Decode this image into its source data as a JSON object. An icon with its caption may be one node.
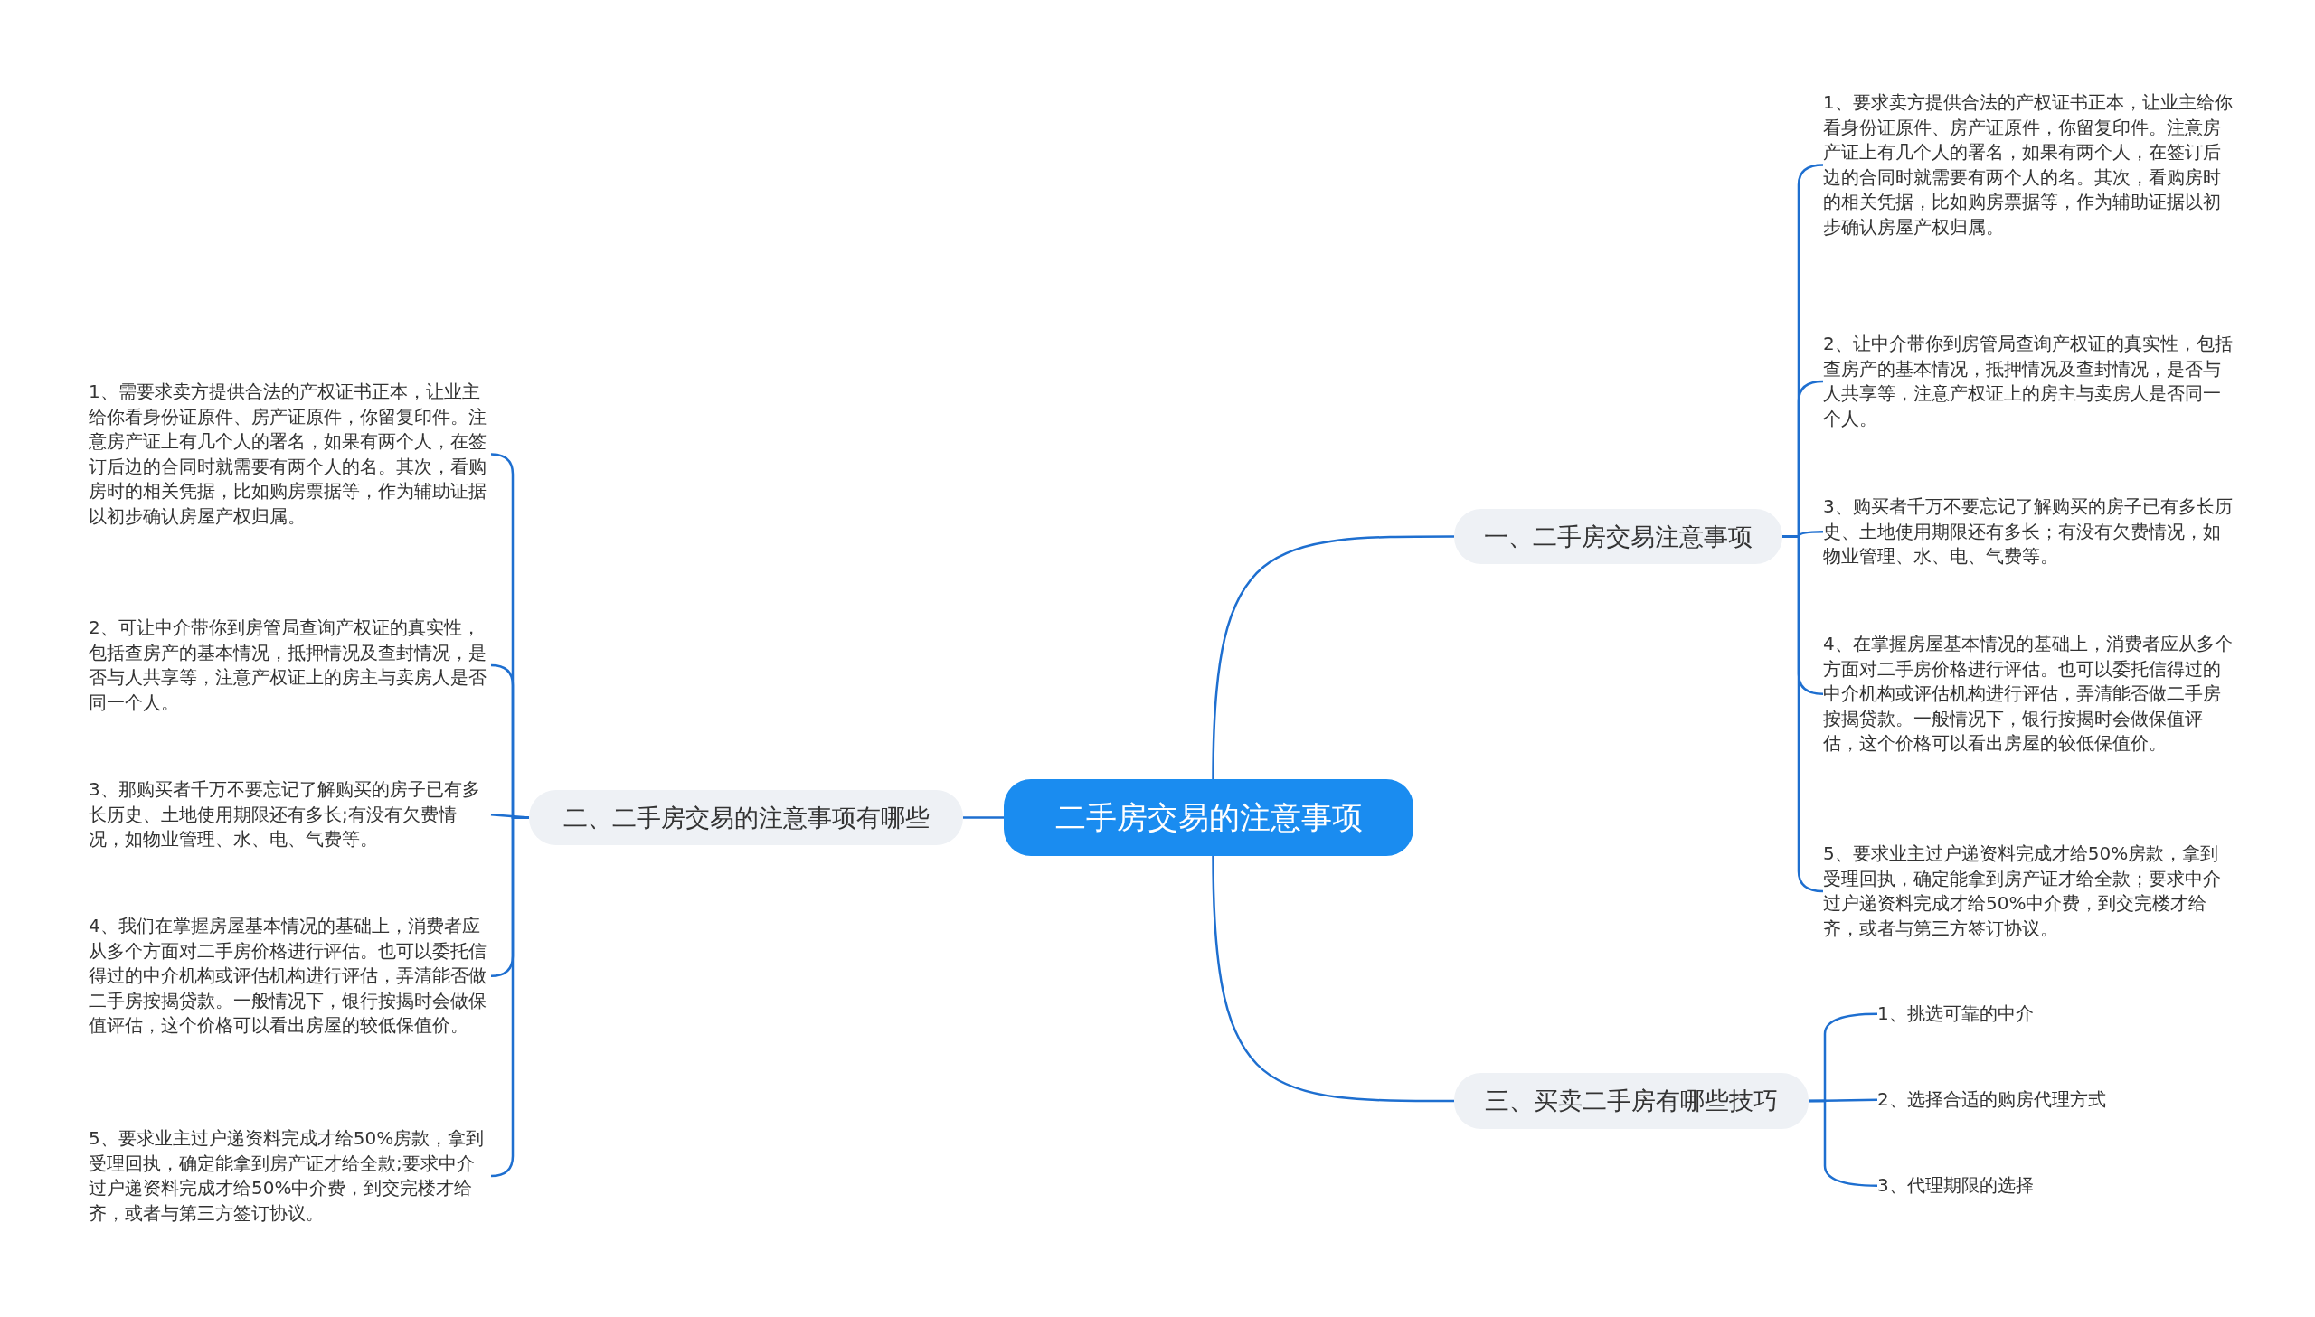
{
  "diagram": {
    "nodes": [
      {
        "text": [
          "二手房交易的注意事项"
        ]
      },
      {
        "text": [
          "一、二手房交易注意事项"
        ]
      },
      {
        "text": [
          "1、要求卖方提供合法的产权证书正本，让业主给你看身份证原件、房产证原件，你留复印件。注意房产证上有几个人的署名，如果有两个人，在签订后边的合同时就需要有两个人的名。其次，看购房时的相关凭据，比如购房票据等，作为辅助证据以初步确认房屋产权归属。"
        ]
      },
      {
        "text": [
          "2、让中介带你到房管局查询产权证的真实性，包括查房产的基本情况，抵押情况及查封情况，是否与人共享等，注意产权证上的房主与卖房人是否同一个人。"
        ]
      },
      {
        "text": [
          "3、购买者千万不要忘记了解购买的房子已有多长历史、土地使用期限还有多长；有没有欠费情况，如物业管理、水、电、气费等。"
        ]
      },
      {
        "text": [
          "4、在掌握房屋基本情况的基础上，消费者应从多个方面对二手房价格进行评估。也可以委托信得过的中介机构或评估机构进行评估，弄清能否做二手房按揭贷款。一般情况下，银行按揭时会做保值评估，这个价格可以看出房屋的较低保值价。"
        ]
      },
      {
        "text": [
          "5、要求业主过户递资料完成才给50%房款，拿到受理回执，确定能拿到房产证才给全款；要求中介过户递资料完成才给50%中介费，到交完楼才给齐，或者与第三方签订协议。"
        ]
      },
      {
        "text": [
          "二、二手房交易的注意事项有哪些"
        ]
      },
      {
        "text": [
          "1、需要求卖方提供合法的产权证书正本，让业主给你看身份证原件、房产证原件，你留复印件。注意房产证上有几个人的署名，如果有两个人，在签订后边的合同时就需要有两个人的名。其次，看购房时的相关凭据，比如购房票据等，作为辅助证据以初步确认房屋产权归属。"
        ]
      },
      {
        "text": [
          "2、可让中介带你到房管局查询产权证的真实性，包括查房产的基本情况，抵押情况及查封情况，是否与人共享等，注意产权证上的房主与卖房人是否同一个人。"
        ]
      },
      {
        "text": [
          "3、那购买者千万不要忘记了解购买的房子已有多长历史、土地使用期限还有多长;有没有欠费情况，如物业管理、水、电、气费等。"
        ]
      },
      {
        "text": [
          "4、我们在掌握房屋基本情况的基础上，消费者应从多个方面对二手房价格进行评估。也可以委托信得过的中介机构或评估机构进行评估，弄清能否做二手房按揭贷款。一般情况下，银行按揭时会做保值评估，这个价格可以看出房屋的较低保值价。"
        ]
      },
      {
        "text": [
          "5、要求业主过户递资料完成才给50%房款，拿到受理回执，确定能拿到房产证才给全款;要求中介过户递资料完成才给50%中介费，到交完楼才给齐，或者与第三方签订协议。"
        ]
      },
      {
        "text": [
          "三、买卖二手房有哪些技巧"
        ]
      },
      {
        "text": [
          "1、挑选可靠的中介"
        ]
      },
      {
        "text": [
          "2、选择合适的购房代理方式"
        ]
      },
      {
        "text": [
          "3、代理期限的选择"
        ]
      }
    ],
    "edges": [
      {
        "from": 0,
        "to": 1,
        "arrow": "none"
      },
      {
        "from": 1,
        "to": 2,
        "arrow": "none"
      },
      {
        "from": 1,
        "to": 3,
        "arrow": "none"
      },
      {
        "from": 1,
        "to": 4,
        "arrow": "none"
      },
      {
        "from": 1,
        "to": 5,
        "arrow": "none"
      },
      {
        "from": 1,
        "to": 6,
        "arrow": "none"
      },
      {
        "from": 0,
        "to": 7,
        "arrow": "none"
      },
      {
        "from": 7,
        "to": 8,
        "arrow": "none"
      },
      {
        "from": 7,
        "to": 9,
        "arrow": "none"
      },
      {
        "from": 7,
        "to": 10,
        "arrow": "none"
      },
      {
        "from": 7,
        "to": 11,
        "arrow": "none"
      },
      {
        "from": 7,
        "to": 12,
        "arrow": "none"
      },
      {
        "from": 0,
        "to": 13,
        "arrow": "none"
      },
      {
        "from": 13,
        "to": 14,
        "arrow": "none"
      },
      {
        "from": 13,
        "to": 15,
        "arrow": "none"
      },
      {
        "from": 13,
        "to": 16,
        "arrow": "none"
      }
    ]
  }
}
